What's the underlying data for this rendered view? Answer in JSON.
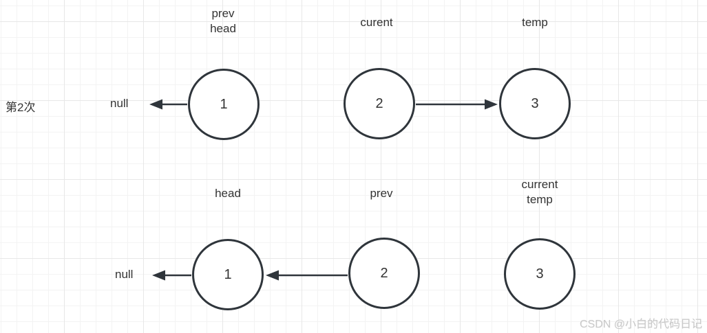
{
  "page": {
    "step_label": "第2次",
    "watermark": "CSDN @小白的代码日记"
  },
  "colors": {
    "node_stroke": "#2f353b",
    "text": "#333333",
    "watermark": "#c9c9c9",
    "grid_minor": "#f3f3f3",
    "grid_major": "#e7e7e7"
  },
  "diagram_type": "linked-list-reversal-steps",
  "rows": [
    {
      "name": "top",
      "null_label": "null",
      "nodes": [
        {
          "value": "1",
          "label_lines": [
            "prev",
            "head"
          ]
        },
        {
          "value": "2",
          "label_lines": [
            "curent"
          ]
        },
        {
          "value": "3",
          "label_lines": [
            "temp"
          ]
        }
      ],
      "links": [
        {
          "from": "1",
          "to": "null",
          "direction": "left"
        },
        {
          "from": "2",
          "to": "3",
          "direction": "right"
        }
      ]
    },
    {
      "name": "bottom",
      "null_label": "null",
      "nodes": [
        {
          "value": "1",
          "label_lines": [
            "head"
          ]
        },
        {
          "value": "2",
          "label_lines": [
            "prev"
          ]
        },
        {
          "value": "3",
          "label_lines": [
            "current",
            "temp"
          ]
        }
      ],
      "links": [
        {
          "from": "1",
          "to": "null",
          "direction": "left"
        },
        {
          "from": "2",
          "to": "1",
          "direction": "left"
        }
      ]
    }
  ]
}
